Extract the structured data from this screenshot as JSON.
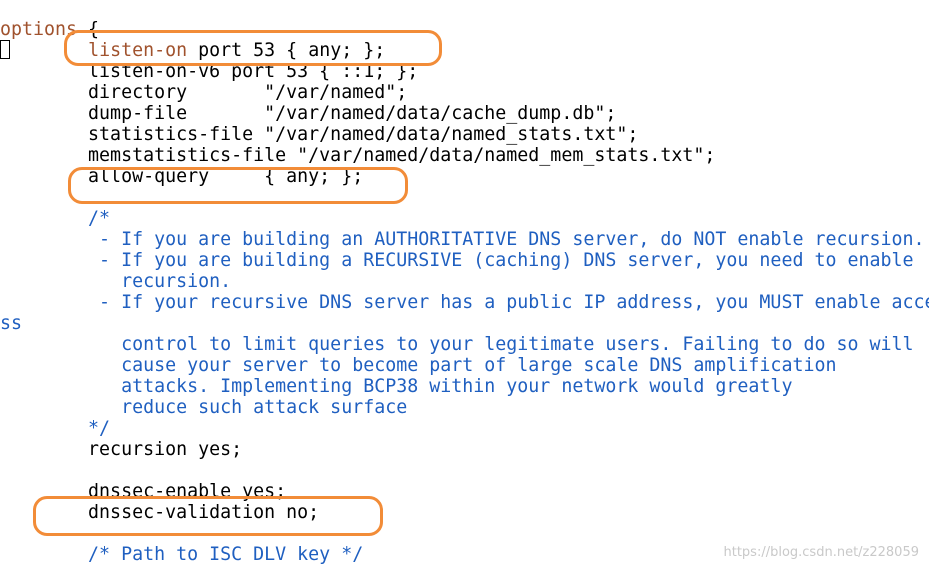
{
  "editor": {
    "lines": [
      {
        "segments": [
          {
            "text": "options",
            "style": "kw"
          },
          {
            "text": " {",
            "style": "plain"
          }
        ]
      },
      {
        "segments": [
          {
            "text": "        ",
            "style": "plain"
          },
          {
            "text": "listen-on",
            "style": "kw"
          },
          {
            "text": " port 53 { any; };",
            "style": "plain"
          }
        ]
      },
      {
        "segments": [
          {
            "text": "        listen-on-v6 port 53 { ::1; };",
            "style": "plain"
          }
        ]
      },
      {
        "segments": [
          {
            "text": "        directory       \"/var/named\";",
            "style": "plain"
          }
        ]
      },
      {
        "segments": [
          {
            "text": "        dump-file       \"/var/named/data/cache_dump.db\";",
            "style": "plain"
          }
        ]
      },
      {
        "segments": [
          {
            "text": "        statistics-file \"/var/named/data/named_stats.txt\";",
            "style": "plain"
          }
        ]
      },
      {
        "segments": [
          {
            "text": "        memstatistics-file \"/var/named/data/named_mem_stats.txt\";",
            "style": "plain"
          }
        ]
      },
      {
        "segments": [
          {
            "text": "        allow-query     { any; };",
            "style": "plain"
          }
        ]
      },
      {
        "segments": [
          {
            "text": "",
            "style": "plain"
          }
        ]
      },
      {
        "segments": [
          {
            "text": "        /*",
            "style": "cm"
          }
        ]
      },
      {
        "segments": [
          {
            "text": "         - If you are building an AUTHORITATIVE DNS server, do NOT enable recursion.",
            "style": "cm"
          }
        ]
      },
      {
        "segments": [
          {
            "text": "         - If you are building a RECURSIVE (caching) DNS server, you need to enable",
            "style": "cm"
          }
        ]
      },
      {
        "segments": [
          {
            "text": "           recursion.",
            "style": "cm"
          }
        ]
      },
      {
        "segments": [
          {
            "text": "         - If your recursive DNS server has a public IP address, you MUST enable acce",
            "style": "cm"
          }
        ]
      },
      {
        "segments": [
          {
            "text": "ss",
            "style": "cm"
          }
        ]
      },
      {
        "segments": [
          {
            "text": "           control to limit queries to your legitimate users. Failing to do so will",
            "style": "cm"
          }
        ]
      },
      {
        "segments": [
          {
            "text": "           cause your server to become part of large scale DNS amplification",
            "style": "cm"
          }
        ]
      },
      {
        "segments": [
          {
            "text": "           attacks. Implementing BCP38 within your network would greatly",
            "style": "cm"
          }
        ]
      },
      {
        "segments": [
          {
            "text": "           reduce such attack surface",
            "style": "cm"
          }
        ]
      },
      {
        "segments": [
          {
            "text": "        */",
            "style": "cm"
          }
        ]
      },
      {
        "segments": [
          {
            "text": "        recursion yes;",
            "style": "plain"
          }
        ]
      },
      {
        "segments": [
          {
            "text": "",
            "style": "plain"
          }
        ]
      },
      {
        "segments": [
          {
            "text": "        dnssec-enable yes;",
            "style": "plain"
          }
        ]
      },
      {
        "segments": [
          {
            "text": "        dnssec-validation no;",
            "style": "plain"
          }
        ]
      },
      {
        "segments": [
          {
            "text": "",
            "style": "plain"
          }
        ]
      },
      {
        "segments": [
          {
            "text": "        /* Path to ISC DLV key */",
            "style": "cm"
          }
        ]
      }
    ]
  },
  "colors": {
    "keyword": "#a0522d",
    "comment": "#1f5fc0",
    "text": "#000000",
    "highlight": "#f28c38"
  },
  "watermark": "https://blog.csdn.net/z228059"
}
